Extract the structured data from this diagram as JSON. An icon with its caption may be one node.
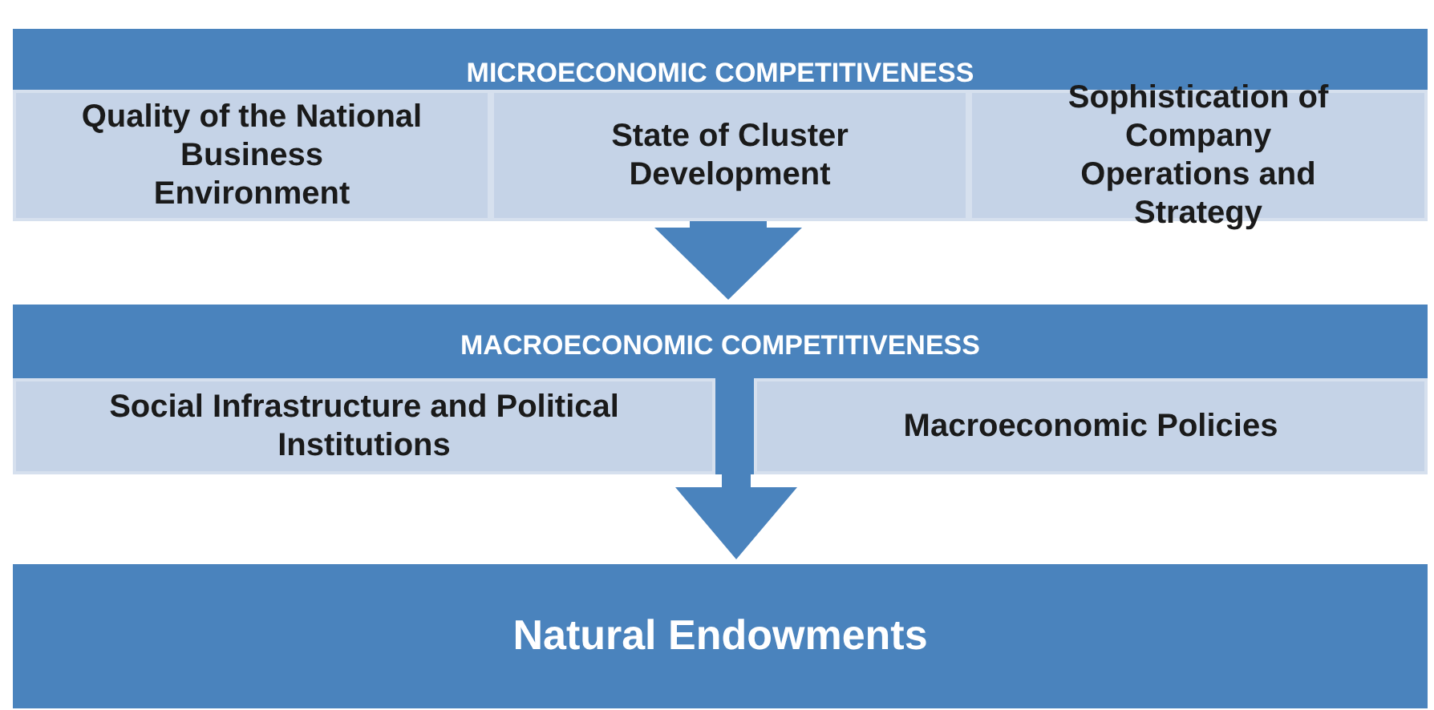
{
  "diagram": {
    "nodes": [
      {
        "text": [
          "MICROECONOMIC COMPETITIVENESS"
        ]
      },
      {
        "text": [
          "Quality of the National Business Environment"
        ],
        "in": 0
      },
      {
        "text": [
          "State of Cluster Development"
        ],
        "in": 0
      },
      {
        "text": [
          "Sophistication of Company Operations and Strategy"
        ],
        "in": 0
      },
      {
        "text": [
          "MACROECONOMIC COMPETITIVENESS"
        ]
      },
      {
        "text": [
          "Social Infrastructure and Political Institutions"
        ],
        "in": 4
      },
      {
        "text": [
          "Macroeconomic Policies"
        ],
        "in": 4
      },
      {
        "text": [
          "Natural Endowments"
        ]
      }
    ],
    "edges": [
      {
        "from": 0,
        "to": 4,
        "arrow": "to"
      },
      {
        "from": 4,
        "to": 7,
        "arrow": "to"
      }
    ]
  }
}
